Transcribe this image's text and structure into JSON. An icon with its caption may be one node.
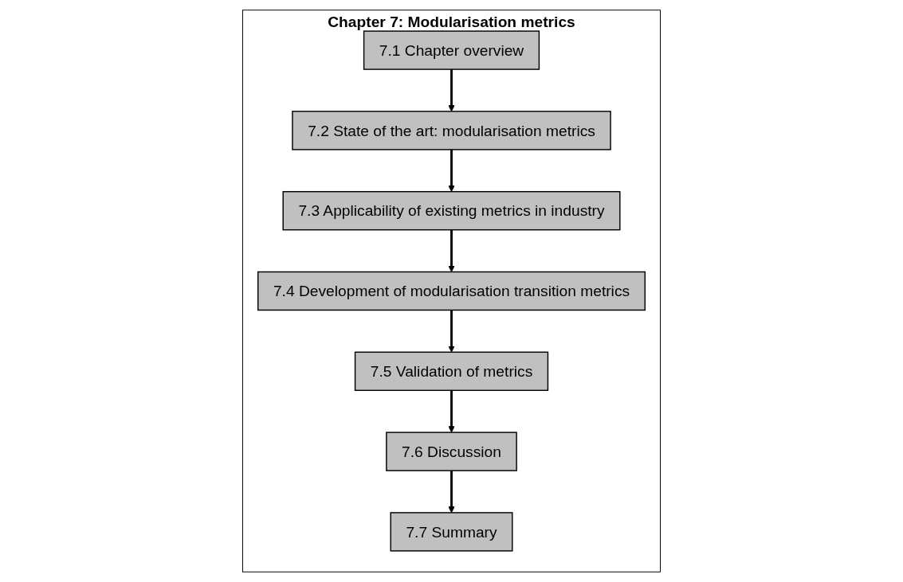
{
  "diagram": {
    "nodes": [
      {
        "text": [
          "Chapter 7: Modularisation metrics"
        ]
      },
      {
        "text": [
          "7.1 Chapter overview"
        ],
        "in": 0
      },
      {
        "text": [
          "7.2 State of the art: modularisation metrics"
        ],
        "in": 0
      },
      {
        "text": [
          "7.3 Applicability of existing metrics in industry"
        ],
        "in": 0
      },
      {
        "text": [
          "7.4 Development of modularisation transition metrics"
        ],
        "in": 0
      },
      {
        "text": [
          "7.5 Validation of metrics"
        ],
        "in": 0
      },
      {
        "text": [
          "7.6 Discussion"
        ],
        "in": 0
      },
      {
        "text": [
          "7.7 Summary"
        ],
        "in": 0
      }
    ],
    "edges": [
      {
        "from": 1,
        "to": 2,
        "arrow": "to"
      },
      {
        "from": 2,
        "to": 3,
        "arrow": "to"
      },
      {
        "from": 3,
        "to": 4,
        "arrow": "to"
      },
      {
        "from": 4,
        "to": 5,
        "arrow": "to"
      },
      {
        "from": 5,
        "to": 6,
        "arrow": "to"
      },
      {
        "from": 6,
        "to": 7,
        "arrow": "to"
      }
    ]
  }
}
